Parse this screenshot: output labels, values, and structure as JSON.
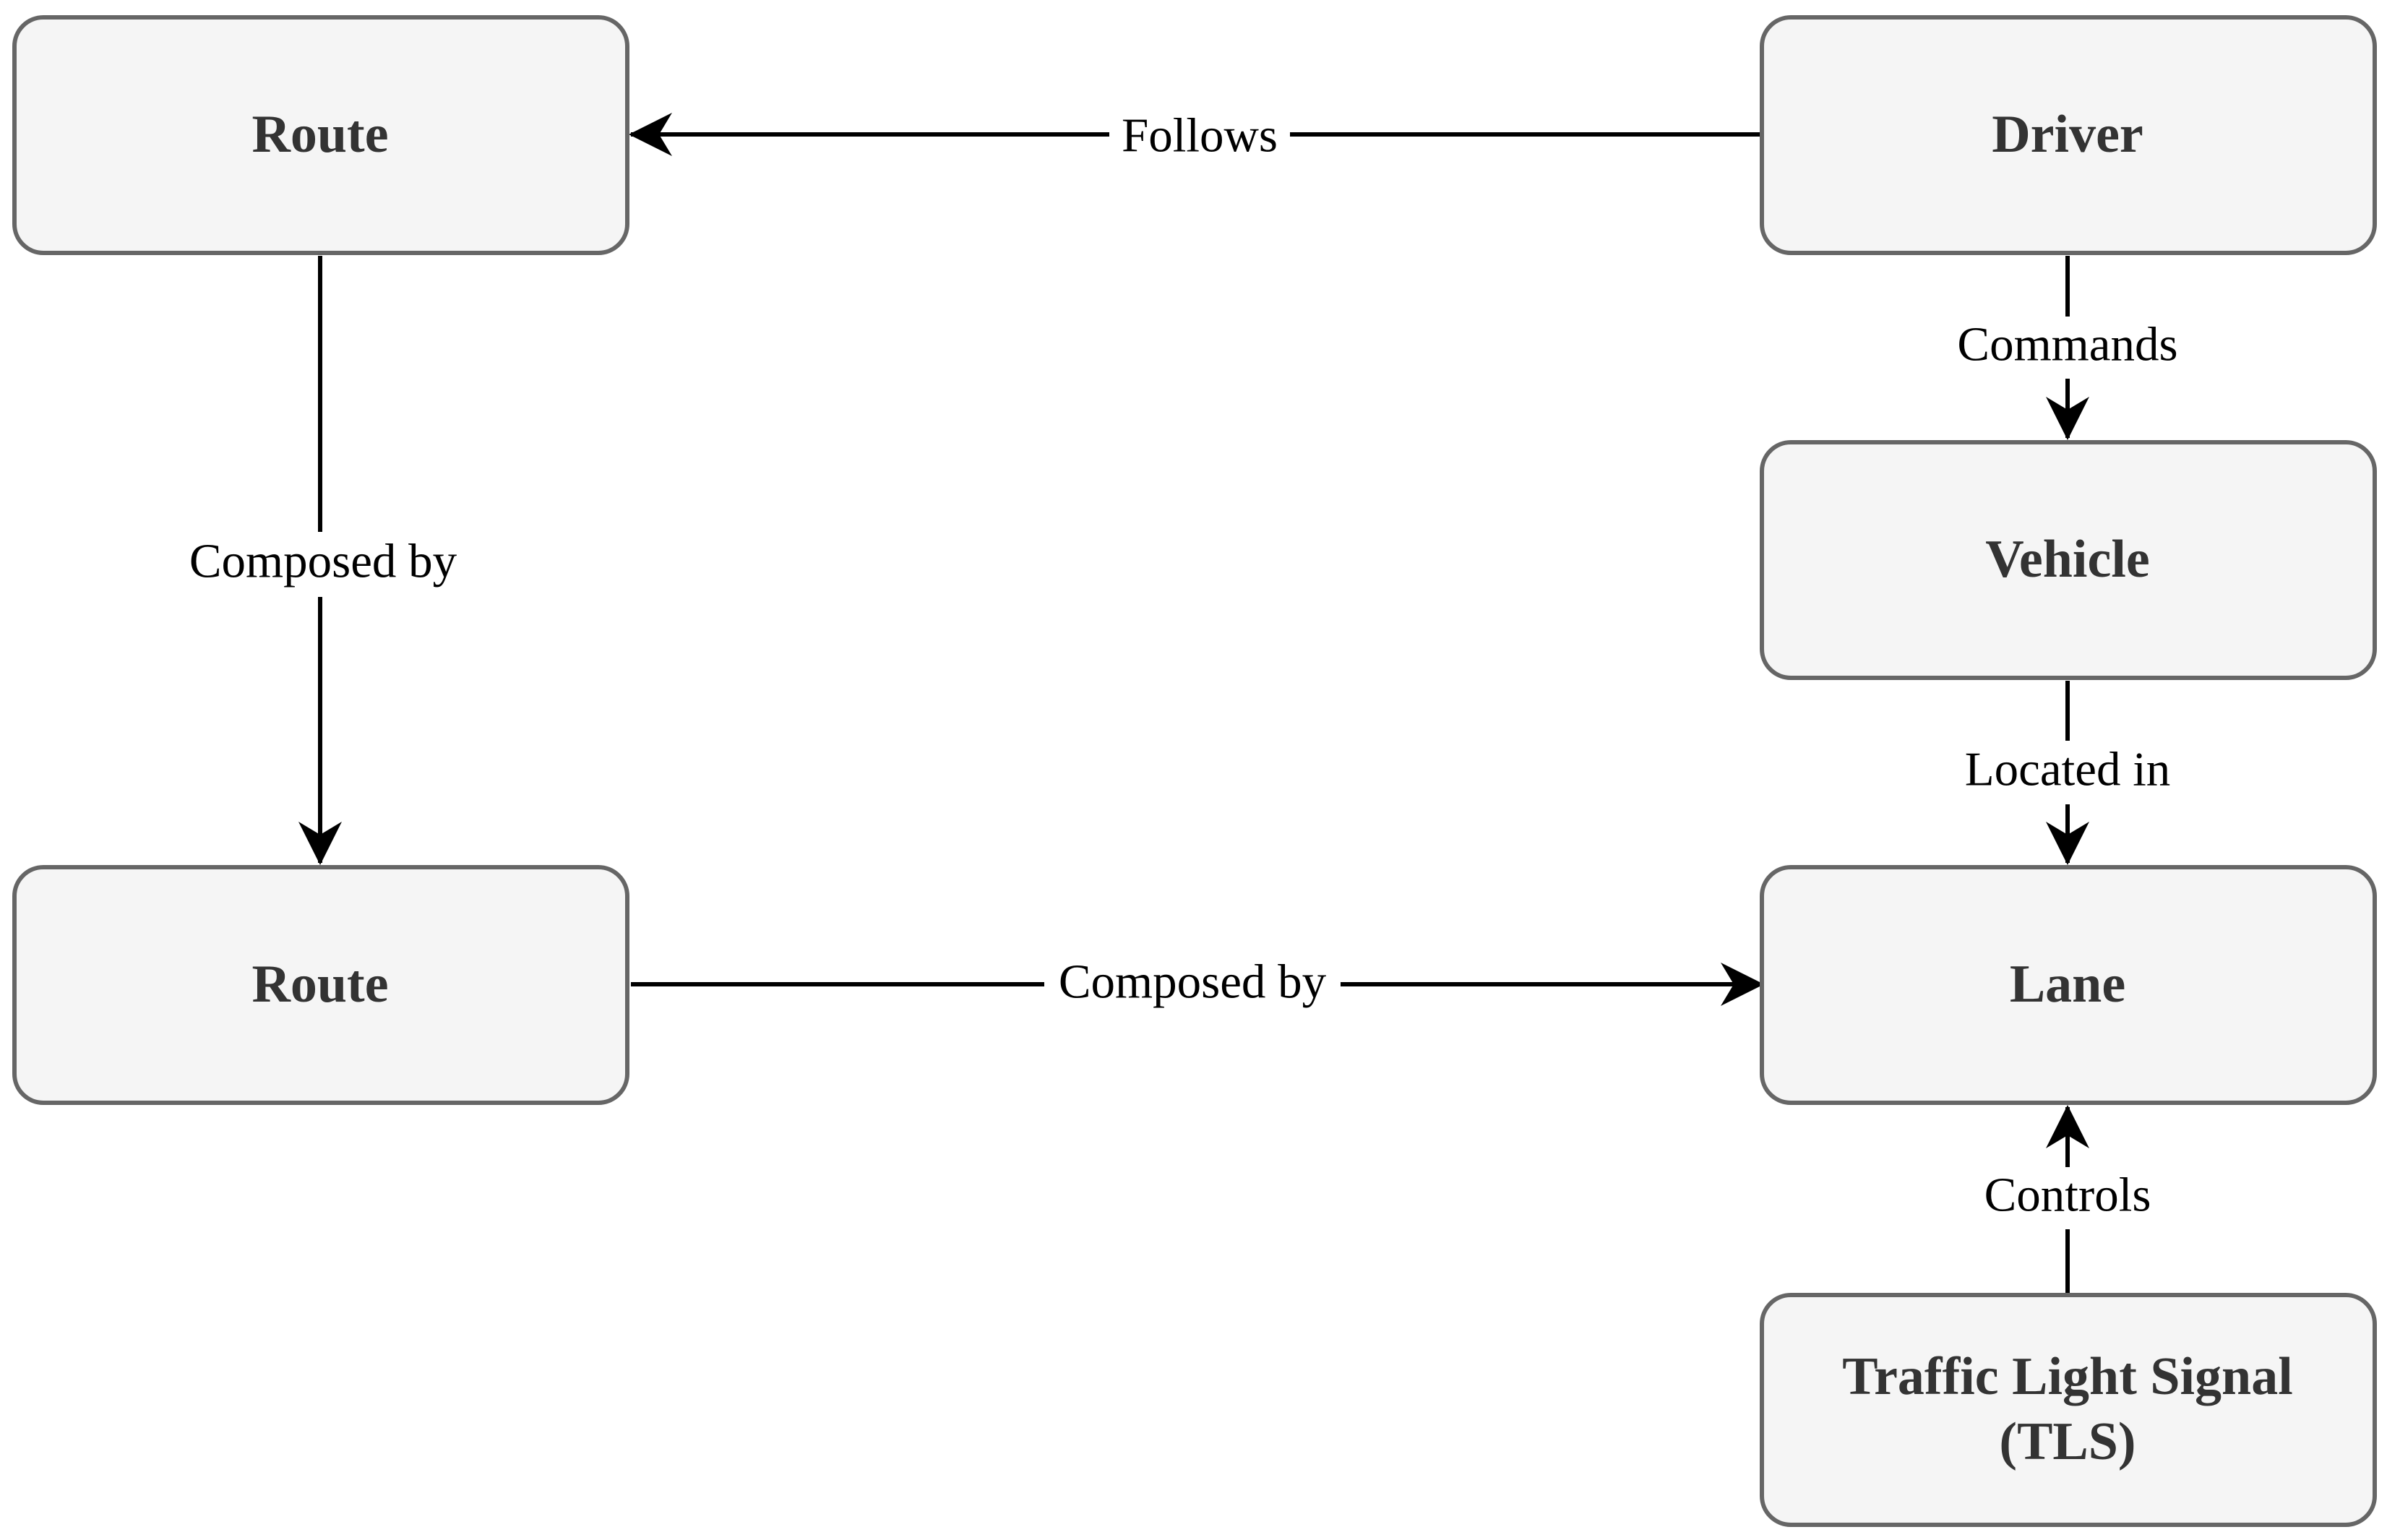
{
  "nodes": {
    "route_top": {
      "label": "Route"
    },
    "driver": {
      "label": "Driver"
    },
    "vehicle": {
      "label": "Vehicle"
    },
    "route_bottom": {
      "label": "Route"
    },
    "lane": {
      "label": "Lane"
    },
    "tls": {
      "label_line1": "Traffic Light Signal",
      "label_line2": "(TLS)"
    }
  },
  "edges": {
    "follows": {
      "label": "Follows"
    },
    "commands": {
      "label": "Commands"
    },
    "composed_by_vertical": {
      "label": "Composed by"
    },
    "located_in": {
      "label": "Located in"
    },
    "composed_by_horizontal": {
      "label": "Composed by"
    },
    "controls": {
      "label": "Controls"
    }
  },
  "colors": {
    "node_fill": "#f5f5f5",
    "node_stroke": "#666666",
    "node_text": "#333333",
    "edge": "#000000"
  }
}
